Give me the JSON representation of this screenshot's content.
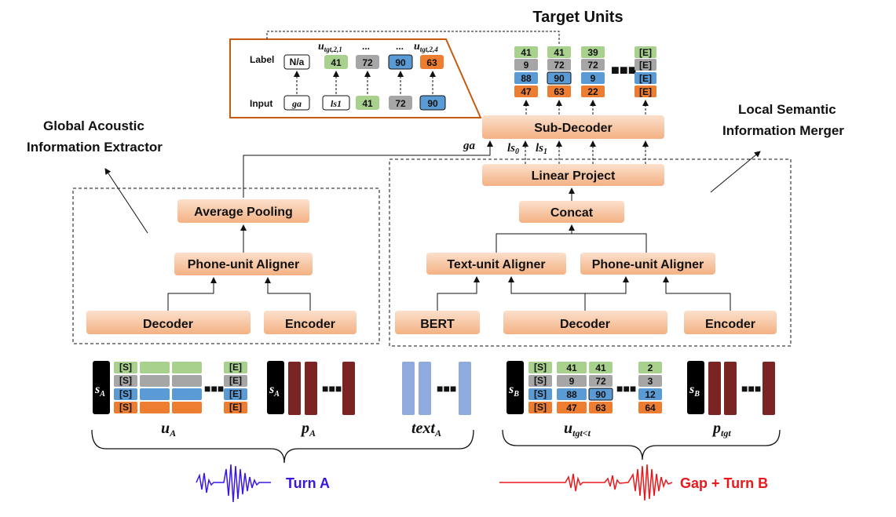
{
  "title": "Target Units",
  "modules": {
    "global_label_line1": "Global Acoustic",
    "global_label_line2": "Information Extractor",
    "local_label_line1": "Local Semantic",
    "local_label_line2": "Information Merger",
    "average_pooling": "Average Pooling",
    "phone_unit_aligner_left": "Phone-unit Aligner",
    "decoder_left": "Decoder",
    "encoder_left": "Encoder",
    "sub_decoder": "Sub-Decoder",
    "linear_project": "Linear Project",
    "concat": "Concat",
    "text_unit_aligner": "Text-unit Aligner",
    "phone_unit_aligner_right": "Phone-unit Aligner",
    "bert": "BERT",
    "decoder_right": "Decoder",
    "encoder_right": "Encoder"
  },
  "inset": {
    "label_row": "Label",
    "input_row": "Input",
    "label_cells": [
      "N/a",
      "41",
      "72",
      "90",
      "63"
    ],
    "input_cells": [
      "ga",
      "ls1",
      "41",
      "72",
      "90"
    ],
    "u_first": "u",
    "u_first_sub": "tgt,2,1",
    "u_last": "u",
    "u_last_sub": "tgt,2,4",
    "dots": "..."
  },
  "target_units": {
    "columns": [
      [
        "41",
        "9",
        "88",
        "47"
      ],
      [
        "41",
        "72",
        "90",
        "63"
      ],
      [
        "39",
        "72",
        "9",
        "22"
      ]
    ],
    "end_column": [
      "[E]",
      "[E]",
      "[E]",
      "[E]"
    ]
  },
  "features": {
    "ga": "ga",
    "ls0": "ls",
    "ls0_sub": "0",
    "ls1": "ls",
    "ls1_sub": "1"
  },
  "inputs": {
    "s_a": "s",
    "s_a_sub": "A",
    "s_b": "s",
    "s_b_sub": "B",
    "u_a_start": [
      "[S]",
      "[S]",
      "[S]",
      "[S]"
    ],
    "u_a_end": [
      "[E]",
      "[E]",
      "[E]",
      "[E]"
    ],
    "u_tgt_start": [
      "[S]",
      "[S]",
      "[S]",
      "[S]"
    ],
    "u_tgt_col1": [
      "41",
      "9",
      "88",
      "47"
    ],
    "u_tgt_col2": [
      "41",
      "72",
      "90",
      "63"
    ],
    "u_tgt_last": [
      "2",
      "3",
      "12",
      "64"
    ],
    "label_u_a": "u",
    "label_u_a_sub": "A",
    "label_p_a": "p",
    "label_p_a_sub": "A",
    "label_text_a": "text",
    "label_text_a_sub": "A",
    "label_u_tgt": "u",
    "label_u_tgt_sub": "tgt<t",
    "label_p_tgt": "p",
    "label_p_tgt_sub": "tgt"
  },
  "turns": {
    "turn_a": "Turn A",
    "turn_b": "Gap + Turn B"
  },
  "colors": {
    "green": "#a9d18e",
    "gray": "#a6a6a6",
    "blue": "#5b9bd5",
    "orange": "#ed7d31",
    "box_fill": "#f8cbad",
    "brown": "#7b2424",
    "light_blue": "#8faadc",
    "purple_wave": "#3b16e0",
    "red_wave": "#e8191c",
    "inset_border": "#c55a11"
  }
}
